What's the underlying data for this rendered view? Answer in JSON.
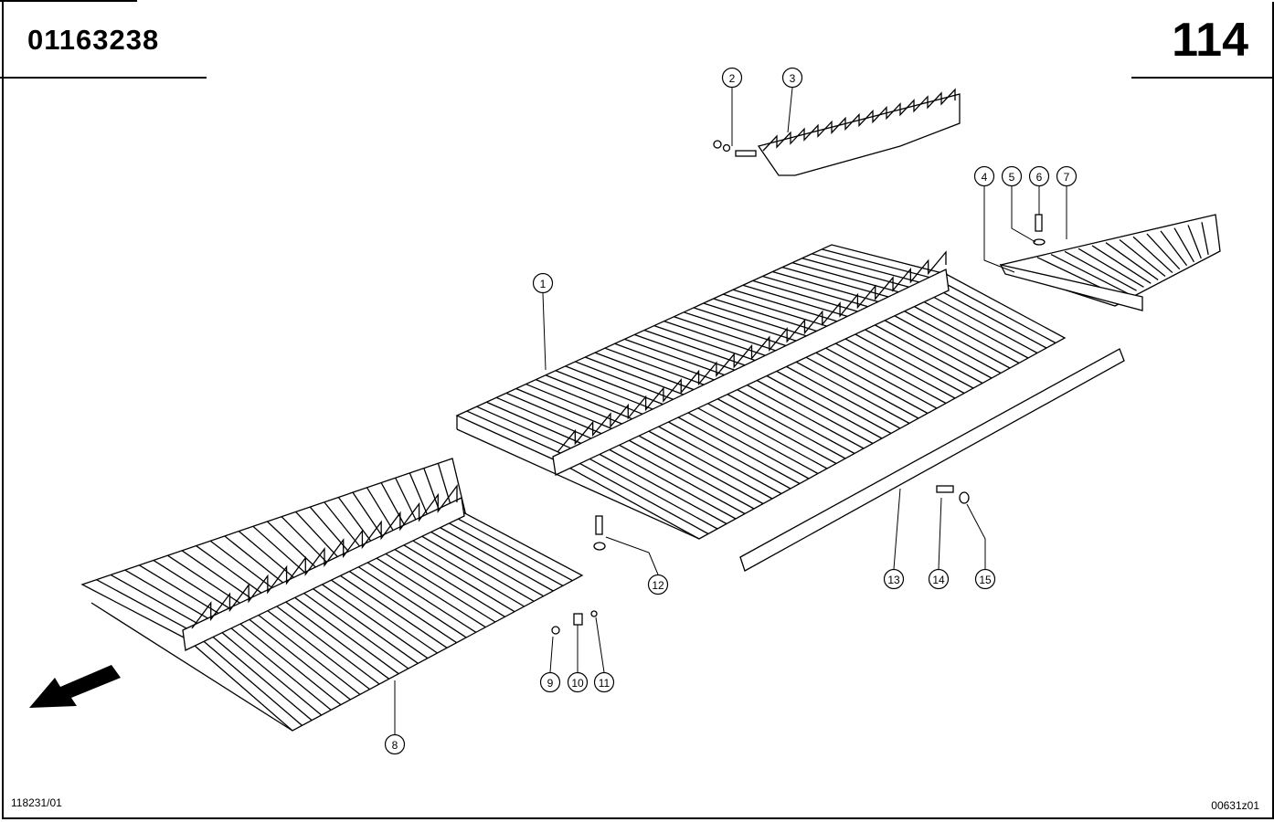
{
  "header": {
    "part_number": "01163238",
    "page_number": "114"
  },
  "footer": {
    "drawing_ref": "118231/01",
    "image_ref": "00631z01"
  },
  "callouts": [
    "1",
    "2",
    "3",
    "4",
    "5",
    "6",
    "7",
    "8",
    "9",
    "10",
    "11",
    "12",
    "13",
    "14",
    "15"
  ],
  "icons": {
    "direction_arrow": "arrow-down-left-icon"
  }
}
